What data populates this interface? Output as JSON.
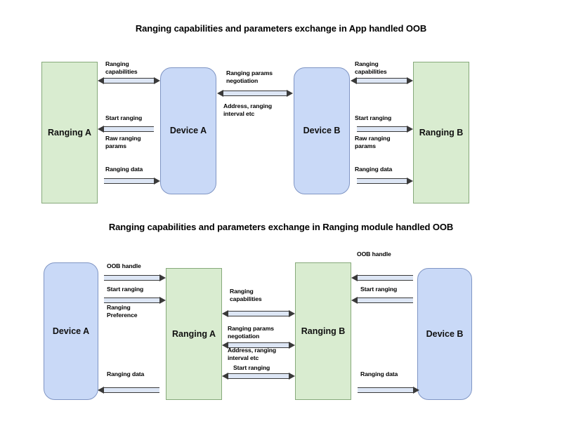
{
  "colors": {
    "green_fill": "#d9ecd0",
    "green_stroke": "#86a97a",
    "blue_fill": "#c9d9f7",
    "blue_stroke": "#7f95c4",
    "arrow_fill": "#dde6f5",
    "arrow_stroke": "#3a3a3a",
    "text": "#000000",
    "background": "#ffffff"
  },
  "diagram1": {
    "title": "Ranging capabilities and parameters exchange in App handled OOB",
    "nodes": {
      "ranging_a": "Ranging A",
      "device_a": "Device A",
      "device_b": "Device B",
      "ranging_b": "Ranging B"
    },
    "messages": {
      "left_caps": "Ranging\ncapabilities",
      "left_start": "Start ranging",
      "left_raw": "Raw ranging\nparams",
      "left_data": "Ranging data",
      "mid_negotiation": "Ranging params\nnegotiation",
      "mid_address": "Address, ranging\ninterval etc",
      "right_caps": "Ranging\ncapabilities",
      "right_start": "Start ranging",
      "right_raw": "Raw ranging\nparams",
      "right_data": "Ranging data"
    }
  },
  "diagram2": {
    "title": "Ranging capabilities and parameters exchange in Ranging module handled OOB",
    "nodes": {
      "device_a": "Device A",
      "ranging_a": "Ranging A",
      "ranging_b": "Ranging B",
      "device_b": "Device B"
    },
    "messages": {
      "left_oob": "OOB handle",
      "left_start": "Start ranging",
      "left_pref": "Ranging\nPreference",
      "left_data": "Ranging data",
      "mid_caps": "Ranging\ncapabilities",
      "mid_negotiation": "Ranging params\nnegotiation",
      "mid_address": "Address, ranging\ninterval etc",
      "mid_start": "Start ranging",
      "right_oob": "OOB handle",
      "right_start": "Start ranging",
      "right_data": "Ranging data"
    }
  }
}
